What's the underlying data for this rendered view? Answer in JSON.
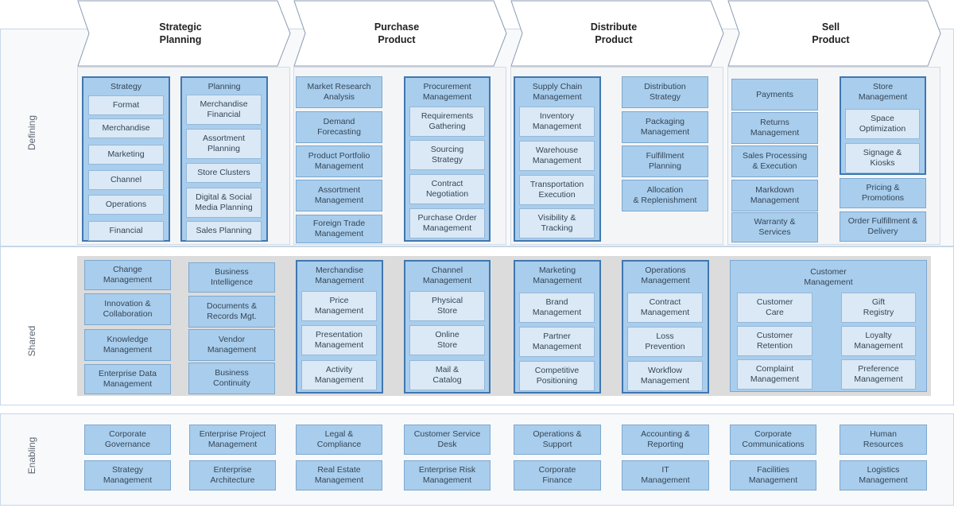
{
  "row_labels": {
    "defining": "Defining",
    "shared": "Shared",
    "enabling": "Enabling"
  },
  "colors": {
    "box_fill": "#a9cdec",
    "box_border": "#7da8cf",
    "group_border": "#3f77b1",
    "inner_fill": "#dbe9f6",
    "shared_bg": "#dcdcdc"
  },
  "headers": [
    "Strategic\nPlanning",
    "Purchase\nProduct",
    "Distribute\nProduct",
    "Sell\nProduct"
  ],
  "defining": {
    "strategy": {
      "title": "Strategy",
      "items": [
        "Format",
        "Merchandise",
        "Marketing",
        "Channel",
        "Operations",
        "Financial"
      ]
    },
    "planning": {
      "title": "Planning",
      "items": [
        "Merchandise\nFinancial",
        "Assortment\nPlanning",
        "Store Clusters",
        "Digital & Social\nMedia Planning",
        "Sales Planning"
      ]
    },
    "purchase_left": [
      "Market Research\nAnalysis",
      "Demand\nForecasting",
      "Product Portfolio\nManagement",
      "Assortment\nManagement",
      "Foreign Trade\nManagement"
    ],
    "procurement": {
      "title": "Procurement\nManagement",
      "items": [
        "Requirements\nGathering",
        "Sourcing\nStrategy",
        "Contract\nNegotiation",
        "Purchase Order\nManagement"
      ]
    },
    "supply_chain": {
      "title": "Supply  Chain\nManagement",
      "items": [
        "Inventory\nManagement",
        "Warehouse\nManagement",
        "Transportation\nExecution",
        "Visibility  &\nTracking"
      ]
    },
    "distribute_right": [
      "Distribution\nStrategy",
      "Packaging\nManagement",
      "Fulfillment\nPlanning",
      "Allocation\n& Replenishment"
    ],
    "sell_left": [
      "Payments",
      "Returns\nManagement",
      "Sales Processing\n& Execution",
      "Markdown\nManagement",
      "Warranty  &\nServices"
    ],
    "store_mgmt": {
      "title": "Store\nManagement",
      "items": [
        "Space\nOptimization",
        "Signage &\nKiosks"
      ]
    },
    "sell_right": [
      "Pricing  &\nPromotions",
      "Order Fulfillment  &\nDelivery"
    ]
  },
  "shared": {
    "col1": [
      "Change\nManagement",
      "Innovation  &\nCollaboration",
      "Knowledge\nManagement",
      "Enterprise Data\nManagement"
    ],
    "col2": [
      "Business\nIntelligence",
      "Documents  &\nRecords Mgt.",
      "Vendor\nManagement",
      "Business\nContinuity"
    ],
    "merch": {
      "title": "Merchandise\nManagement",
      "items": [
        "Price\nManagement",
        "Presentation\nManagement",
        "Activity\nManagement"
      ]
    },
    "channel": {
      "title": "Channel\nManagement",
      "items": [
        "Physical\nStore",
        "Online\nStore",
        "Mail  &\nCatalog"
      ]
    },
    "marketing": {
      "title": "Marketing\nManagement",
      "items": [
        "Brand\nManagement",
        "Partner\nManagement",
        "Competitive\nPositioning"
      ]
    },
    "operations": {
      "title": "Operations\nManagement",
      "items": [
        "Contract\nManagement",
        "Loss\nPrevention",
        "Workflow\nManagement"
      ]
    },
    "customer": {
      "title": "Customer\nManagement",
      "left": [
        "Customer\nCare",
        "Customer\nRetention",
        "Complaint\nManagement"
      ],
      "right": [
        "Gift\nRegistry",
        "Loyalty\nManagement",
        "Preference\nManagement"
      ]
    }
  },
  "enabling": {
    "top": [
      "Corporate\nGovernance",
      "Enterprise Project\nManagement",
      "Legal  &\nCompliance",
      "Customer  Service\nDesk",
      "Operations  &\nSupport",
      "Accounting  &\nReporting",
      "Corporate\nCommunications",
      "Human\nResources"
    ],
    "bottom": [
      "Strategy\nManagement",
      "Enterprise\nArchitecture",
      "Real Estate\nManagement",
      "Enterprise Risk\nManagement",
      "Corporate\nFinance",
      "IT\nManagement",
      "Facilities\nManagement",
      "Logistics\nManagement"
    ]
  }
}
